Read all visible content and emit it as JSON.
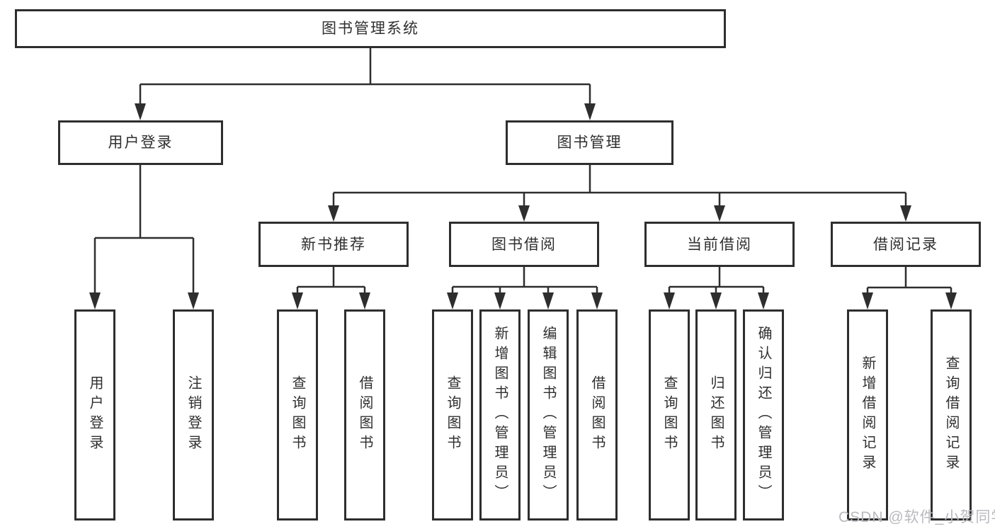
{
  "colors": {
    "line": "#2e2e2e",
    "box_border": "#2e2e2e",
    "text": "#2f2f2f",
    "watermark": "#b9b9bf",
    "background": "#ffffff"
  },
  "tree": {
    "root": "图书管理系统",
    "children": [
      {
        "label": "用户登录",
        "children": [
          {
            "label": "用户登录"
          },
          {
            "label": "注销登录"
          }
        ]
      },
      {
        "label": "图书管理",
        "children": [
          {
            "label": "新书推荐",
            "children": [
              {
                "label": "查询图书"
              },
              {
                "label": "借阅图书"
              }
            ]
          },
          {
            "label": "图书借阅",
            "children": [
              {
                "label": "查询图书"
              },
              {
                "label": "新增图书（管理员）"
              },
              {
                "label": "编辑图书（管理员）"
              },
              {
                "label": "借阅图书"
              }
            ]
          },
          {
            "label": "当前借阅",
            "children": [
              {
                "label": "查询图书"
              },
              {
                "label": "归还图书"
              },
              {
                "label": "确认归还（管理员）"
              }
            ]
          },
          {
            "label": "借阅记录",
            "children": [
              {
                "label": "新增借阅记录"
              },
              {
                "label": "查询借阅记录"
              }
            ]
          }
        ]
      }
    ]
  },
  "watermark": {
    "text": "CSDN @软件_小贺同学"
  }
}
